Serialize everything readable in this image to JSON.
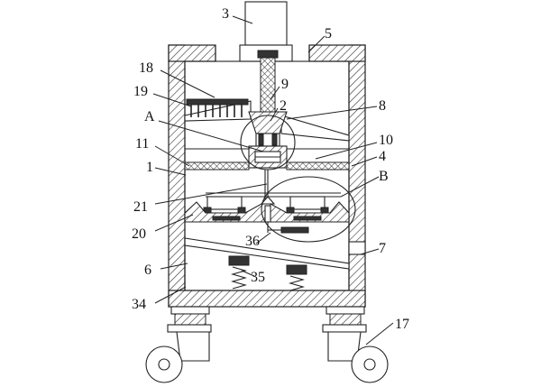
{
  "labels": {
    "l3": "3",
    "l5": "5",
    "l18": "18",
    "l9": "9",
    "l19": "19",
    "l2": "2",
    "lA": "A",
    "l8": "8",
    "l11": "11",
    "l10": "10",
    "l1": "1",
    "l4": "4",
    "lB": "B",
    "l21": "21",
    "l20": "20",
    "l36": "36",
    "l7": "7",
    "l6": "6",
    "l35": "35",
    "l34": "34",
    "l17": "17"
  }
}
